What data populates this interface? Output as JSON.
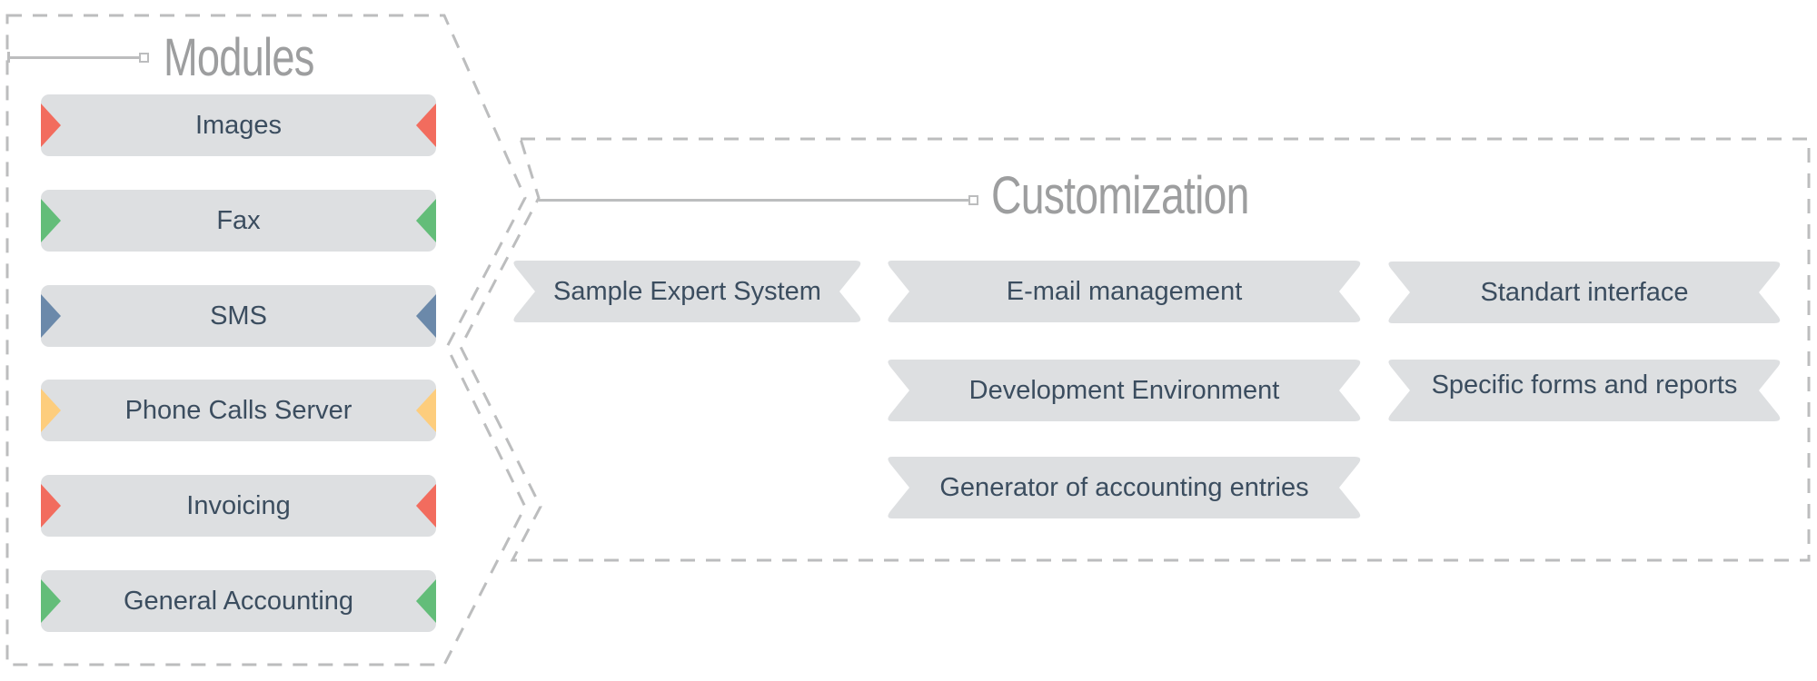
{
  "colors": {
    "frame_dash": "#bcbdbe",
    "title_gray": "#9d9e9f",
    "box_fill": "#dddfe1",
    "label_text": "#3b4d5f",
    "accent_red": "#f26c5e",
    "accent_green": "#63bd79",
    "accent_blue": "#6b89aa",
    "accent_yellow": "#fdcd7d"
  },
  "modules": {
    "title": "Modules",
    "items": [
      {
        "label": "Images",
        "accent": "#f26c5e"
      },
      {
        "label": "Fax",
        "accent": "#63bd79"
      },
      {
        "label": "SMS",
        "accent": "#6b89aa"
      },
      {
        "label": "Phone Calls Server",
        "accent": "#fdcd7d"
      },
      {
        "label": "Invoicing",
        "accent": "#f26c5e"
      },
      {
        "label": "General Accounting",
        "accent": "#63bd79"
      }
    ]
  },
  "customization": {
    "title": "Customization",
    "items": [
      {
        "label": "Sample Expert System"
      },
      {
        "label": "E-mail management"
      },
      {
        "label": "Standart interface"
      },
      {
        "label": "Development Environment"
      },
      {
        "label": "Specific forms and reports"
      },
      {
        "label": "Generator of accounting entries"
      }
    ]
  }
}
